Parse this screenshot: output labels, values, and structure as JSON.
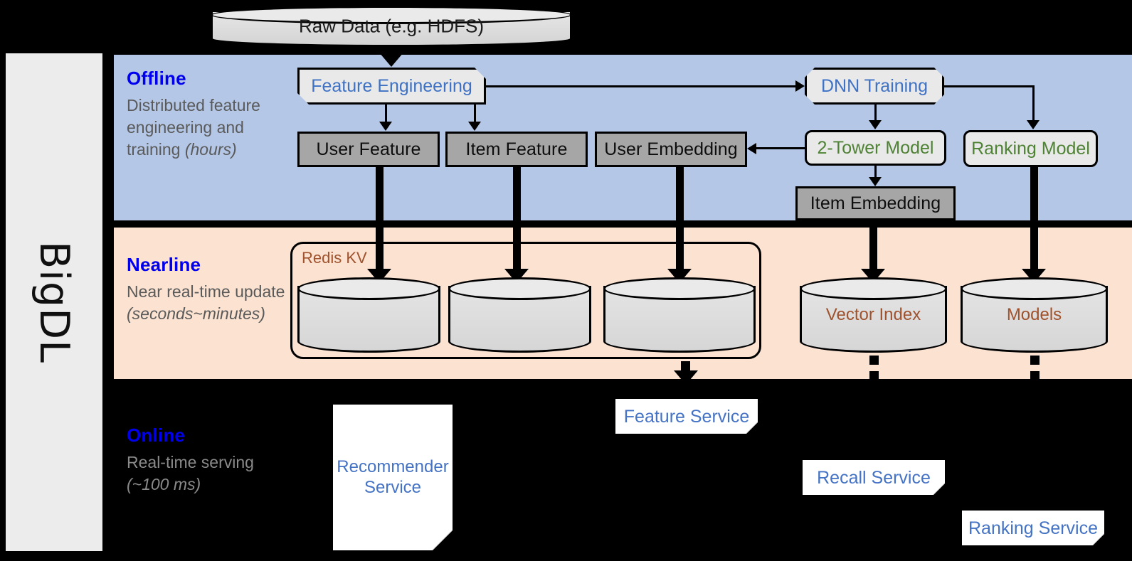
{
  "sidebar": {
    "label": "BigDL"
  },
  "top": {
    "raw_data_label": "Raw Data (e.g. HDFS)"
  },
  "bands": [
    {
      "id": "offline",
      "title": "Offline",
      "description": "Distributed feature engineering and training ",
      "description_em": "(hours)",
      "title_color": "#0000ee",
      "background": "#b4c7e7"
    },
    {
      "id": "nearline",
      "title": "Nearline",
      "description": "Near real-time update ",
      "description_em": "(seconds~minutes)",
      "title_color": "#0000ee",
      "background": "#fbe2d1"
    },
    {
      "id": "online",
      "title": "Online",
      "description": "Real-time serving ",
      "description_em": "(~100 ms)",
      "title_color": "#0000ee",
      "background": "#000000"
    }
  ],
  "offline": {
    "feature_engineering": "Feature Engineering",
    "user_feature": "User Feature",
    "item_feature": "Item Feature",
    "user_embedding": "User Embedding",
    "dnn_training": "DNN Training",
    "two_tower_model": "2-Tower Model",
    "item_embedding": "Item Embedding",
    "ranking_model": "Ranking Model"
  },
  "nearline": {
    "redis_kv": "Redis KV",
    "kv_store_1": "",
    "kv_store_2": "",
    "kv_store_3": "",
    "vector_index": "Vector Index",
    "models": "Models"
  },
  "online": {
    "recommender_service": "Recommender Service",
    "feature_service": "Feature Service",
    "recall_service": "Recall Service",
    "ranking_service": "Ranking Service"
  },
  "colors": {
    "offline_band": "#b4c7e7",
    "nearline_band": "#fbe2d1",
    "online_band": "#000000",
    "band_title": "#0000ee",
    "process_blue_text": "#3f72c4",
    "model_green_text": "#4e8234",
    "storage_gray": "#a6a6a6",
    "cylinder_brown_text": "#a0522d",
    "service_blue_text": "#4472c4",
    "sidebar_bg": "#ececec"
  }
}
